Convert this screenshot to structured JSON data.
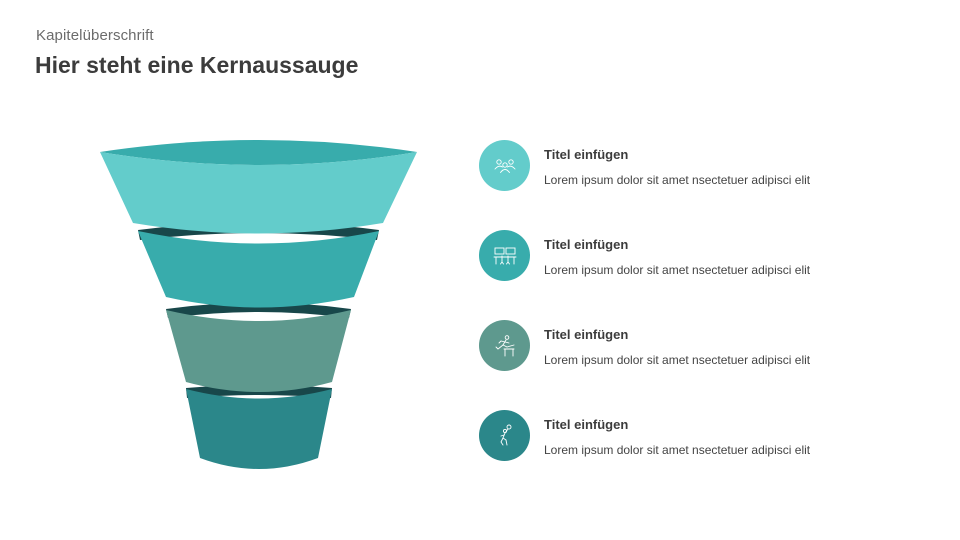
{
  "header": {
    "kicker": "Kapitelüberschrift",
    "title": "Hier steht eine Kernaussauge"
  },
  "colors": {
    "layer1": "#63CCCB",
    "layer1_inner": "#38ACAC",
    "layer2": "#38ACAC",
    "layer3": "#5E998E",
    "layer4": "#2B878A",
    "rim_shadow": "#18474A"
  },
  "funnel": {
    "layers": [
      {
        "name": "layer-1",
        "color": "#63CCCB"
      },
      {
        "name": "layer-2",
        "color": "#38ACAC"
      },
      {
        "name": "layer-3",
        "color": "#5E998E"
      },
      {
        "name": "layer-4",
        "color": "#2B878A"
      }
    ]
  },
  "items": [
    {
      "icon": "people-group-icon",
      "color": "#63CCCB",
      "title": "Titel einfügen",
      "text": "Lorem ipsum dolor sit amet nsectetuer adipisci elit"
    },
    {
      "icon": "workstations-icon",
      "color": "#38ACAC",
      "title": "Titel einfügen",
      "text": "Lorem ipsum dolor sit amet nsectetuer adipisci elit"
    },
    {
      "icon": "hurdle-runner-icon",
      "color": "#5E998E",
      "title": "Titel einfügen",
      "text": "Lorem ipsum dolor sit amet nsectetuer adipisci elit"
    },
    {
      "icon": "volleyball-player-icon",
      "color": "#2B878A",
      "title": "Titel einfügen",
      "text": "Lorem ipsum dolor sit amet nsectetuer adipisci elit"
    }
  ]
}
